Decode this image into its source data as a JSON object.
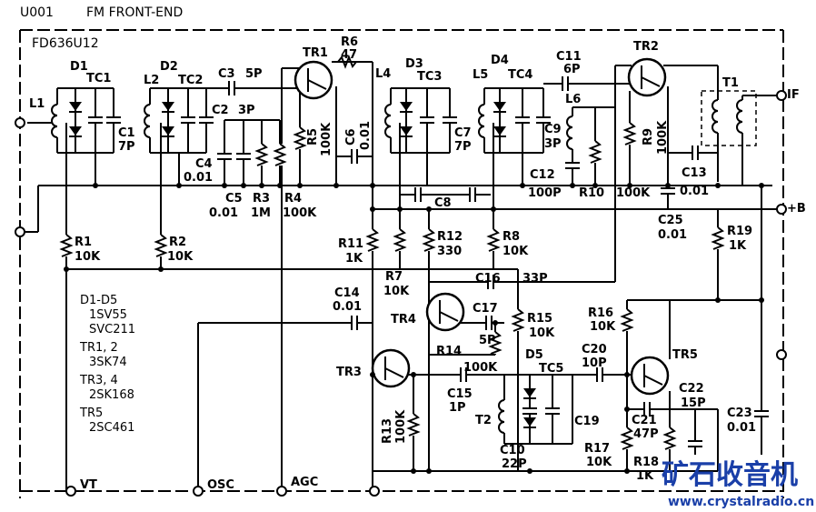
{
  "header": {
    "code": "U001",
    "title": "FM FRONT-END"
  },
  "module": "FD636U12",
  "terminals": {
    "if": "IF",
    "b_plus": "+B",
    "vt": "VT",
    "osc": "OSC",
    "agc": "AGC"
  },
  "components": {
    "L1": "L1",
    "L2": "L2",
    "L4": "L4",
    "L5": "L5",
    "L6": "L6",
    "D1": "D1",
    "D2": "D2",
    "D3": "D3",
    "D4": "D4",
    "D5": "D5",
    "TC1": "TC1",
    "TC2": "TC2",
    "TC3": "TC3",
    "TC4": "TC4",
    "TC5": "TC5",
    "TR1": "TR1",
    "TR2": "TR2",
    "TR3": "TR3",
    "TR4": "TR4",
    "TR5": "TR5",
    "T1": "T1",
    "T2": "T2",
    "C1": {
      "ref": "C1",
      "value": "7P"
    },
    "C2": {
      "ref": "C2",
      "value": "3P"
    },
    "C3": {
      "ref": "C3",
      "value": "5P"
    },
    "C4": {
      "ref": "C4",
      "value": "0.01"
    },
    "C5": {
      "ref": "C5",
      "value": "0.01"
    },
    "C6": {
      "ref": "C6",
      "value": "0.01"
    },
    "C7": {
      "ref": "C7",
      "value": "7P"
    },
    "C8": {
      "ref": "C8"
    },
    "C9": {
      "ref": "C9",
      "value": "3P"
    },
    "C10": {
      "ref": "C10",
      "value": "22P"
    },
    "C11": {
      "ref": "C11",
      "value": "6P"
    },
    "C12": {
      "ref": "C12",
      "value": "100P"
    },
    "C13": {
      "ref": "C13",
      "value": "0.01"
    },
    "C14": {
      "ref": "C14",
      "value": "0.01"
    },
    "C15": {
      "ref": "C15",
      "value": "1P"
    },
    "C16": {
      "ref": "C16",
      "value": "33P"
    },
    "C17": {
      "ref": "C17",
      "value": "5P"
    },
    "C19": {
      "ref": "C19"
    },
    "C20": {
      "ref": "C20",
      "value": "10P"
    },
    "C21": {
      "ref": "C21",
      "value": "47P"
    },
    "C22": {
      "ref": "C22",
      "value": "15P"
    },
    "C23": {
      "ref": "C23",
      "value": "0.01"
    },
    "C25": {
      "ref": "C25",
      "value": "0.01"
    },
    "R1": {
      "ref": "R1",
      "value": "10K"
    },
    "R2": {
      "ref": "R2",
      "value": "10K"
    },
    "R3": {
      "ref": "R3",
      "value": "1M"
    },
    "R4": {
      "ref": "R4",
      "value": "100K"
    },
    "R5": {
      "ref": "R5",
      "value": "100K"
    },
    "R6": {
      "ref": "R6",
      "value": "47"
    },
    "R7": {
      "ref": "R7",
      "value": "10K"
    },
    "R8": {
      "ref": "R8",
      "value": "10K"
    },
    "R9": {
      "ref": "R9",
      "value": "100K"
    },
    "R10": {
      "ref": "R10",
      "value": "100K"
    },
    "R11": {
      "ref": "R11",
      "value": "1K"
    },
    "R12": {
      "ref": "R12",
      "value": "330"
    },
    "R13": {
      "ref": "R13",
      "value": "100K"
    },
    "R14": {
      "ref": "R14",
      "value": "100K"
    },
    "R15": {
      "ref": "R15",
      "value": "10K"
    },
    "R16": {
      "ref": "R16",
      "value": "10K"
    },
    "R17": {
      "ref": "R17",
      "value": "10K"
    },
    "R18": {
      "ref": "R18",
      "value": "1K"
    },
    "R19": {
      "ref": "R19",
      "value": "1K"
    }
  },
  "parts_list": [
    "D1-D5",
    "1SV55",
    "SVC211",
    "TR1, 2",
    "3SK74",
    "TR3, 4",
    "2SK168",
    "TR5",
    "2SC461"
  ],
  "watermark": {
    "logo": "矿石收音机",
    "url": "www.crystalradio.cn"
  },
  "colors": {
    "ink": "#000000",
    "watermark": "#1a3fa8"
  }
}
